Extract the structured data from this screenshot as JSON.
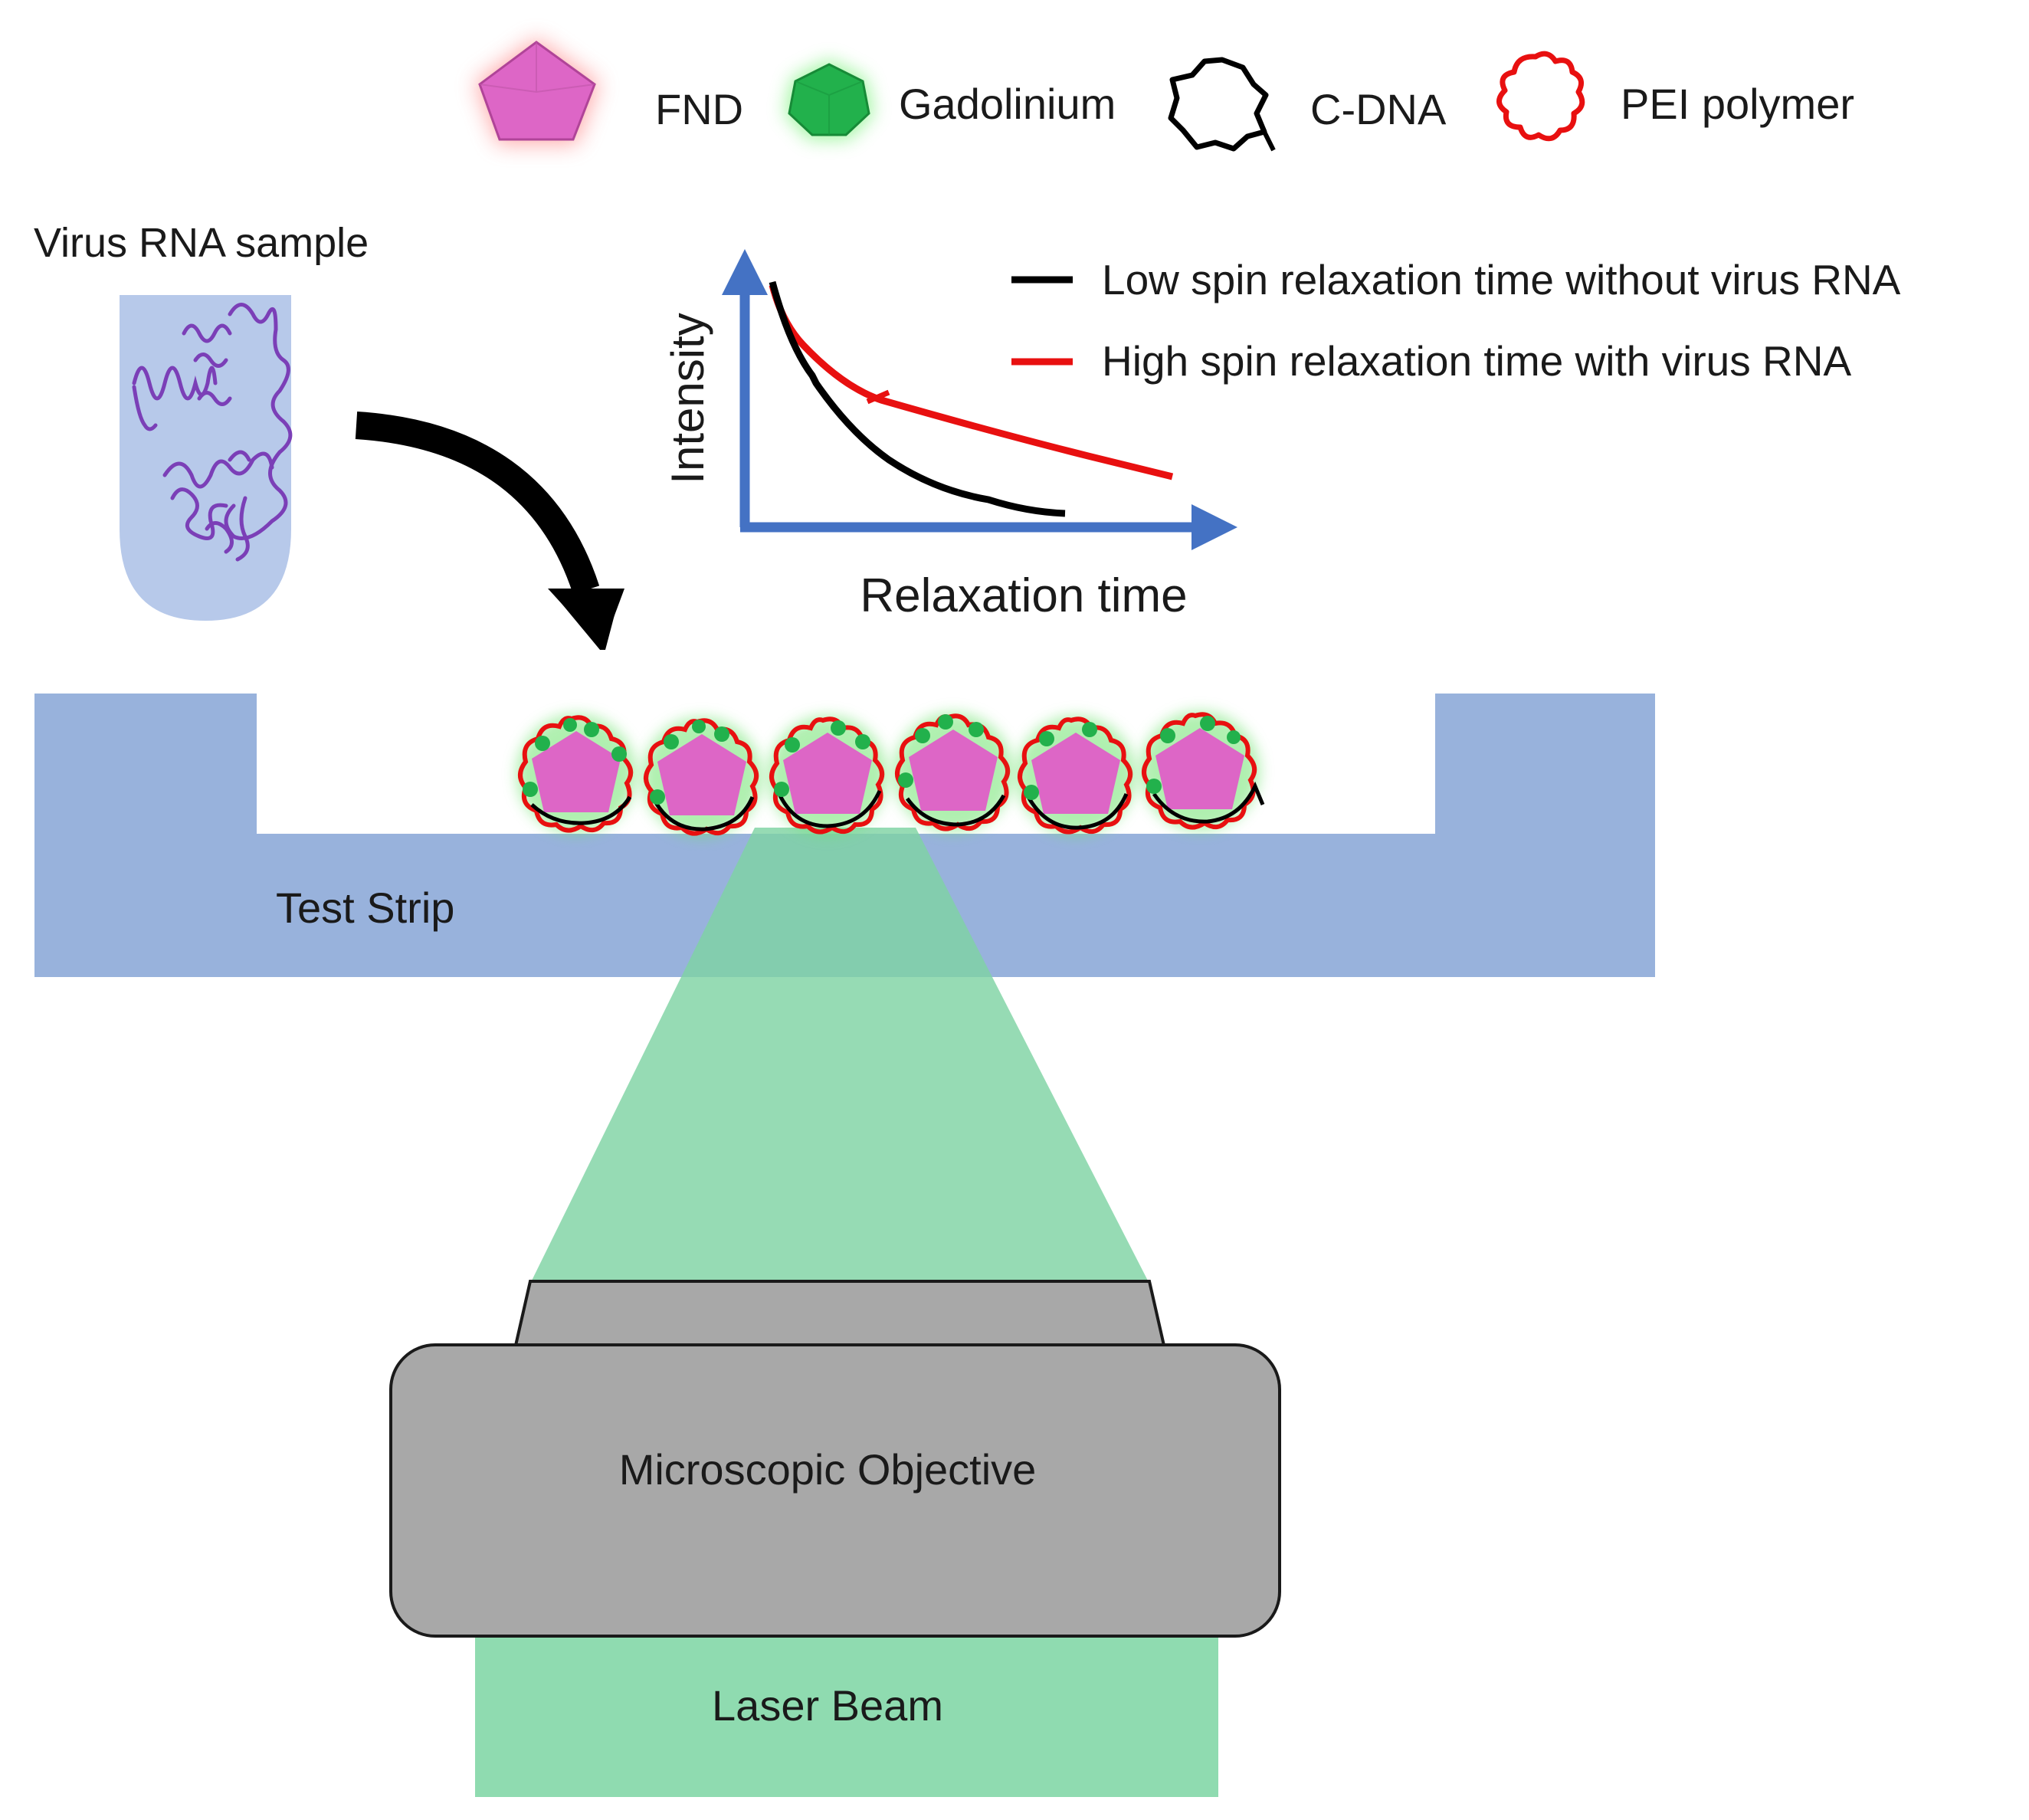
{
  "legend": {
    "fnd": "FND",
    "gadolinium": "Gadolinium",
    "cdna": "C-DNA",
    "pei": "PEI polymer"
  },
  "sample": {
    "label": "Virus RNA sample"
  },
  "plot": {
    "ylabel": "Intensity",
    "xlabel": "Relaxation time",
    "series": [
      {
        "name": "Low spin relaxation time without virus RNA",
        "color": "#000000"
      },
      {
        "name": "High spin relaxation time with virus RNA",
        "color": "#e81010"
      }
    ]
  },
  "labels": {
    "test_strip": "Test Strip",
    "objective": "Microscopic Objective",
    "laser": "Laser Beam"
  },
  "colors": {
    "strip": "#98b2dc",
    "tube": "#b7c9ea",
    "rna": "#7b3fb7",
    "beam": "#7fd3a3",
    "laser": "#8fdbb0",
    "objective": "#a8a8a8",
    "axis": "#4472c4",
    "fnd": "#dd66c6",
    "gadolinium": "#22b14c",
    "pei": "#e81010",
    "cdna": "#000000"
  }
}
